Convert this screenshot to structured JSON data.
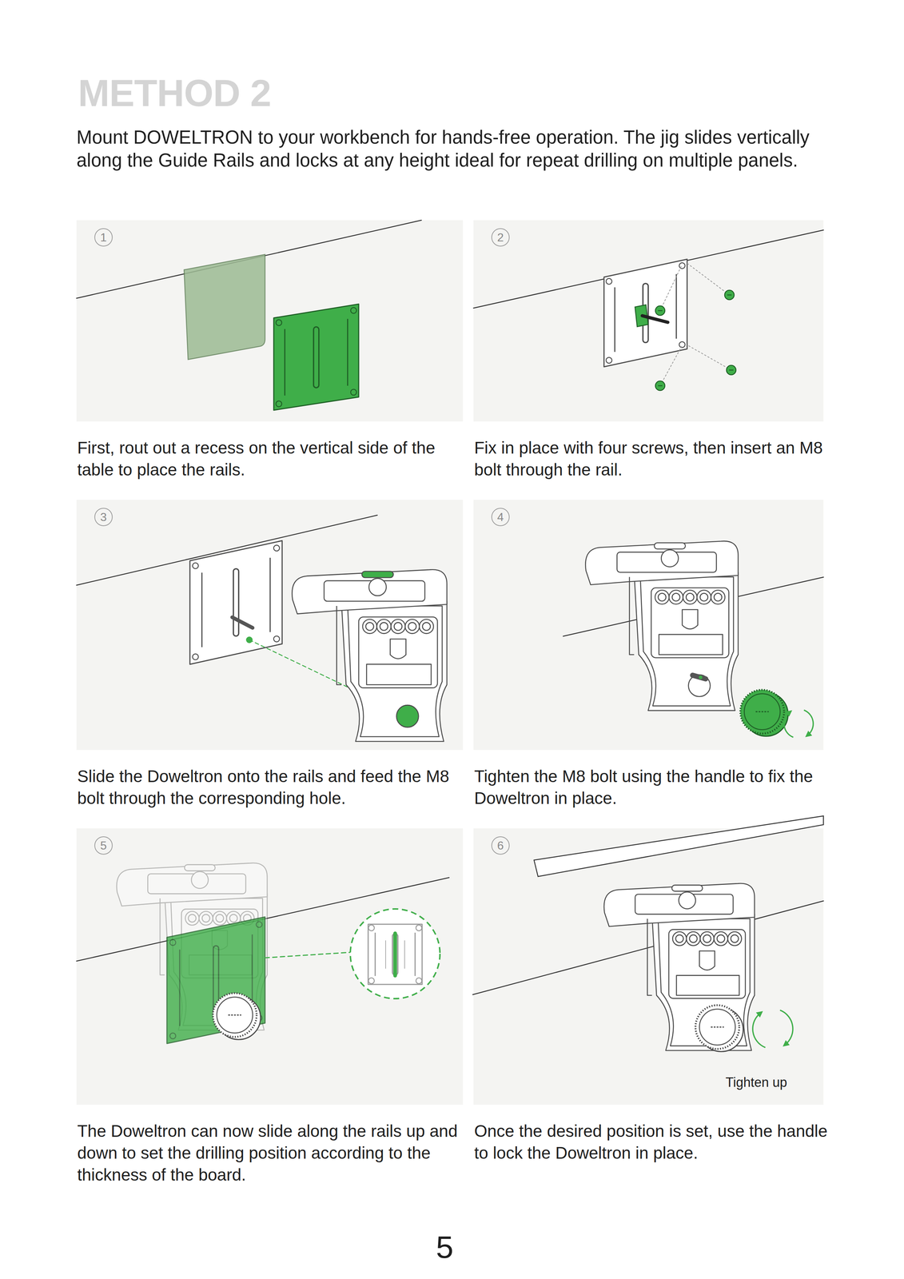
{
  "diagram": {
    "title": "METHOD 2",
    "nodes": [
      {
        "text": [
          "1",
          "First, rout out a recess on the vertical side of the table to place the rails."
        ]
      },
      {
        "text": [
          "2",
          "Fix in place with four screws, then insert an M8 bolt through the rail."
        ]
      },
      {
        "text": [
          "3",
          "Slide the Doweltron onto the rails and feed the M8 bolt through the corresponding hole."
        ]
      },
      {
        "text": [
          "4",
          "Tighten the M8 bolt using the handle to fix the Doweltron in place."
        ]
      },
      {
        "text": [
          "5",
          "The Doweltron can now slide along the rails up and down to set the drilling position according to the thickness of the board."
        ]
      },
      {
        "text": [
          "6",
          "Once the desired position is set, use the handle to lock the Doweltron in place."
        ]
      }
    ],
    "labels": [
      "Mount DOWELTRON to your workbench for hands-free operation. The jig slides vertically along the Guide Rails and locks at any height ideal for repeat drilling on multiple panels.",
      "Tighten up",
      "5"
    ]
  }
}
